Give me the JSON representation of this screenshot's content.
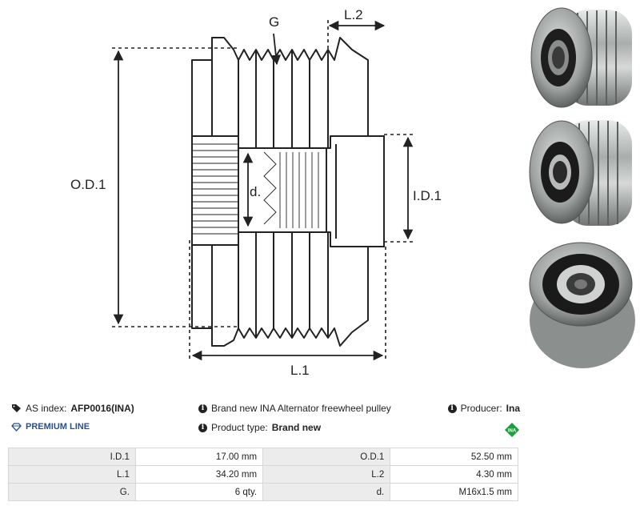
{
  "drawing": {
    "labels": {
      "g": "G",
      "l2": "L.2",
      "od1": "O.D.1",
      "id1": "I.D.1",
      "d": "d.",
      "l1": "L.1"
    }
  },
  "photos": [
    {
      "name": "pulley-photo-side"
    },
    {
      "name": "pulley-photo-front"
    },
    {
      "name": "pulley-photo-back"
    }
  ],
  "info": {
    "as_index_label": "AS index:",
    "as_index_value": "AFP0016(INA)",
    "premium_label": "PREMIUM LINE",
    "description": "Brand new INA Alternator freewheel pulley",
    "product_type_label": "Product type:",
    "product_type_value": "Brand new",
    "producer_label": "Producer:",
    "producer_value": "Ina",
    "producer_logo_text": "INA"
  },
  "specs": [
    {
      "label1": "I.D.1",
      "value1": "17.00 mm",
      "label2": "O.D.1",
      "value2": "52.50 mm"
    },
    {
      "label1": "L.1",
      "value1": "34.20 mm",
      "label2": "L.2",
      "value2": "4.30 mm"
    },
    {
      "label1": "G.",
      "value1": "6 qty.",
      "label2": "d.",
      "value2": "M16x1.5 mm"
    }
  ]
}
